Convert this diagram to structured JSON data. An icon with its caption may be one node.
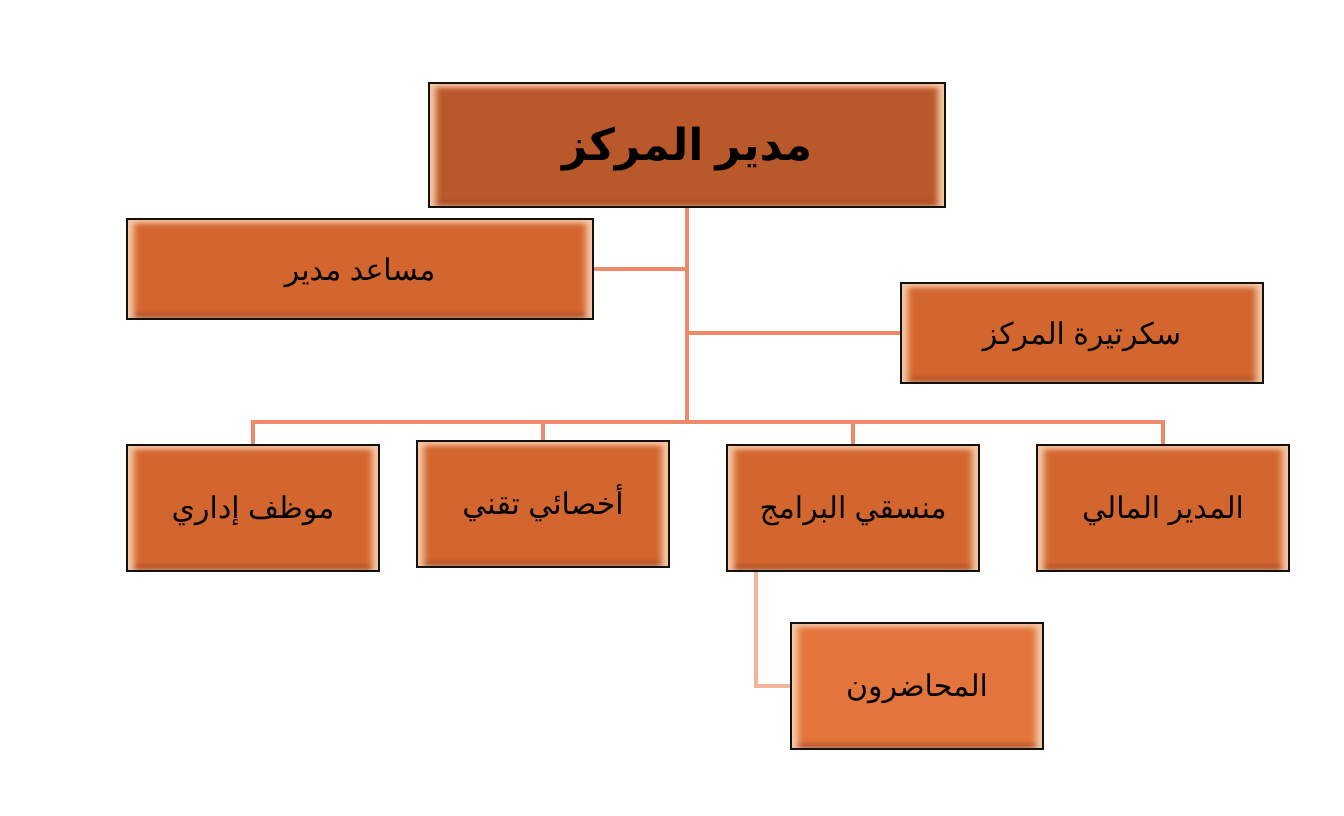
{
  "diagram": {
    "nodes": [
      {
        "text": [
          "مدير المركز"
        ]
      },
      {
        "text": [
          "مساعد  مدير"
        ]
      },
      {
        "text": [
          "سكرتيرة المركز"
        ]
      },
      {
        "text": [
          "المدير المالي"
        ]
      },
      {
        "text": [
          "منسقي البرامج"
        ]
      },
      {
        "text": [
          "أخصائي تقني"
        ]
      },
      {
        "text": [
          "موظف إداري"
        ]
      },
      {
        "text": [
          "المحاضرون"
        ]
      }
    ],
    "edges": [
      {
        "from": 0,
        "to": 1,
        "arrow": "none"
      },
      {
        "from": 0,
        "to": 2,
        "arrow": "none"
      },
      {
        "from": 0,
        "to": 3,
        "arrow": "none"
      },
      {
        "from": 0,
        "to": 4,
        "arrow": "none"
      },
      {
        "from": 0,
        "to": 5,
        "arrow": "none"
      },
      {
        "from": 0,
        "to": 6,
        "arrow": "none"
      },
      {
        "from": 4,
        "to": 7,
        "arrow": "none"
      }
    ]
  }
}
